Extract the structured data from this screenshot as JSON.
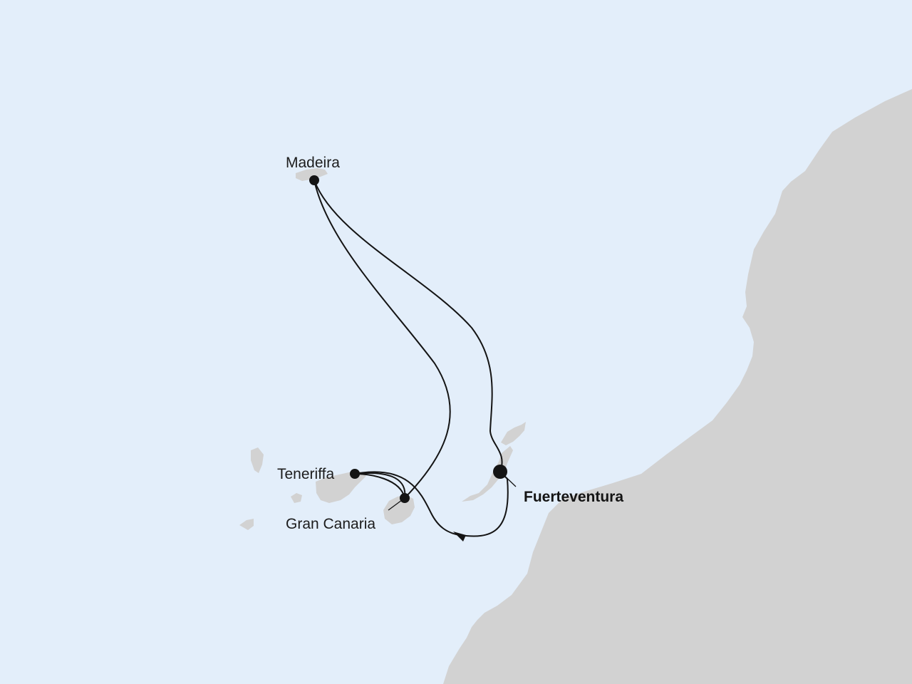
{
  "map": {
    "colors": {
      "sea": "#e3eefa",
      "land": "#d2d2d2",
      "route": "#141414",
      "label": "#1c1c1c"
    },
    "ports": [
      {
        "id": "madeira",
        "name": "Madeira",
        "emphasis": false
      },
      {
        "id": "teneriffa",
        "name": "Teneriffa",
        "emphasis": false
      },
      {
        "id": "gran-canaria",
        "name": "Gran Canaria",
        "emphasis": false
      },
      {
        "id": "fuerteventura",
        "name": "Fuerteventura",
        "emphasis": true,
        "role": "start-end port"
      }
    ],
    "route_direction_marker": "arrow-icon"
  }
}
